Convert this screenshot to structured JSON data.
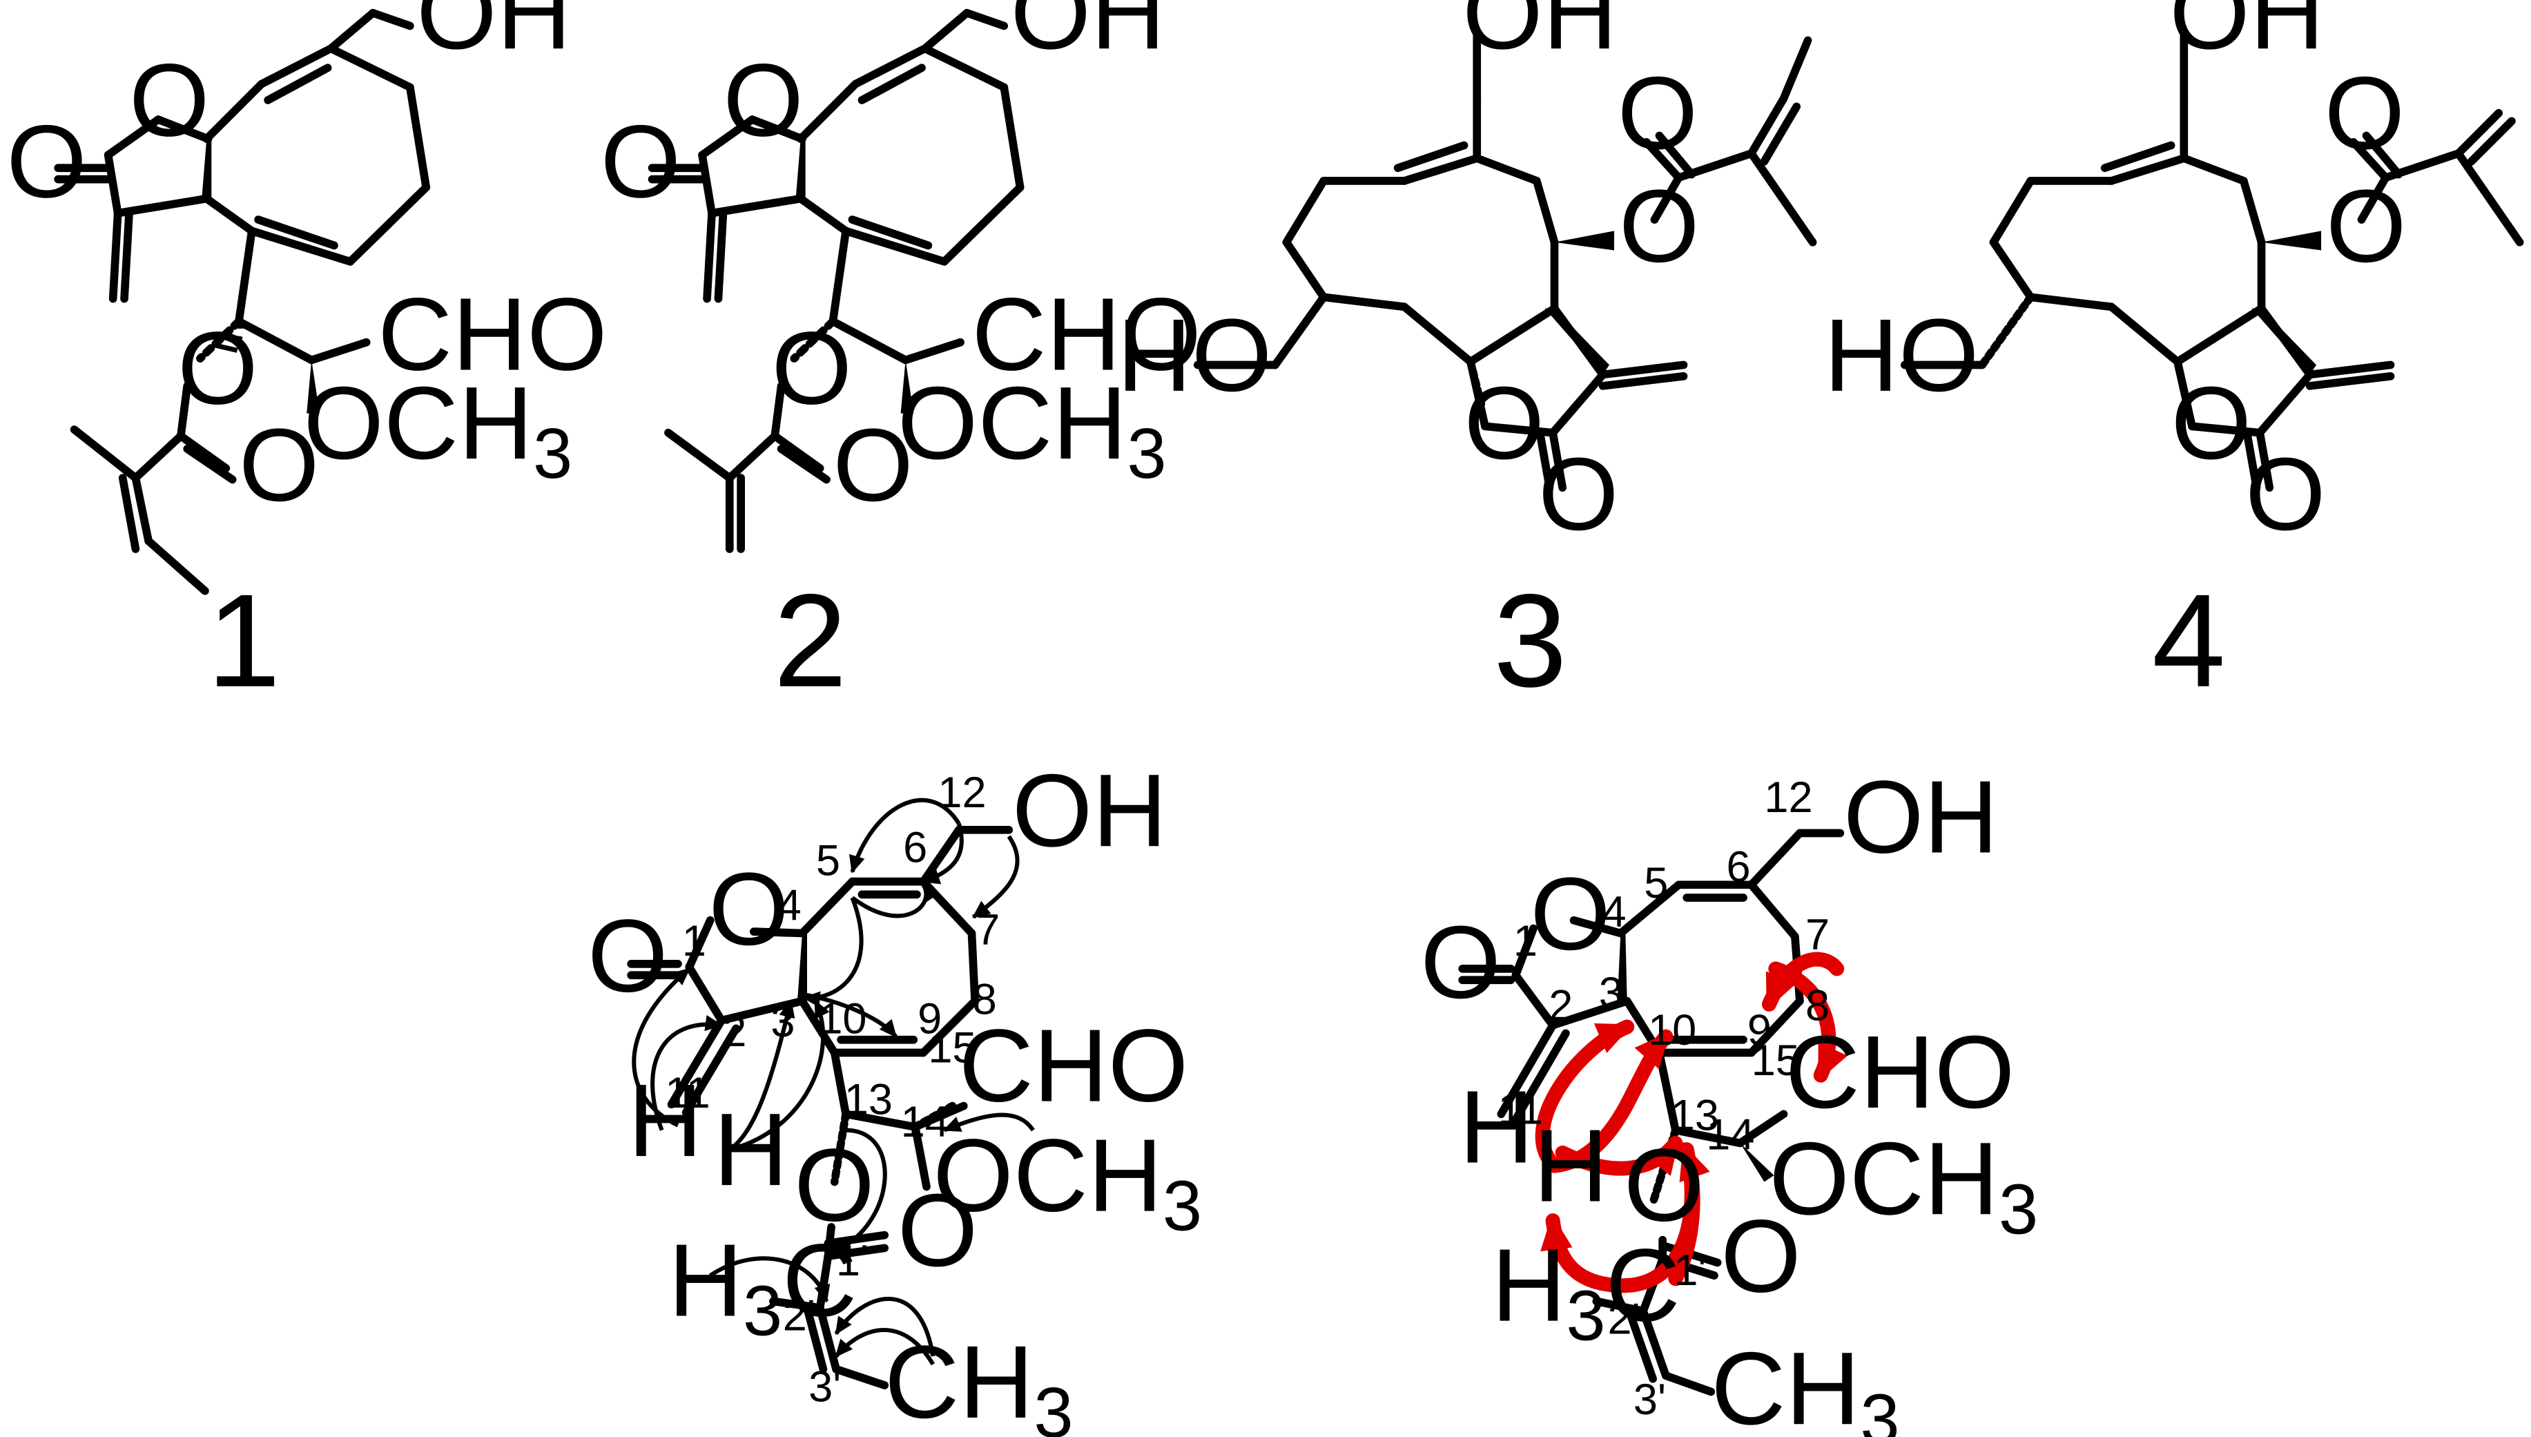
{
  "compounds": [
    {
      "number": "1"
    },
    {
      "number": "2"
    },
    {
      "number": "3"
    },
    {
      "number": "4"
    }
  ],
  "atom_labels": {
    "oh": "OH",
    "ho": "HO",
    "o": "O",
    "cho": "CHO",
    "och3": "OCH",
    "ch3": "CH",
    "h3c": "H",
    "h3c_c": "C",
    "h": "H",
    "sub3": "3"
  },
  "carbon_numbers": {
    "c1": "1",
    "c2": "2",
    "c3": "3",
    "c4": "4",
    "c5": "5",
    "c6": "6",
    "c7": "7",
    "c8": "8",
    "c9": "9",
    "c10": "10",
    "c11": "11",
    "c12": "12",
    "c13": "13",
    "c14": "14",
    "c15": "15",
    "c1p": "1'",
    "c2p": "2'",
    "c3p": "3'"
  },
  "colors": {
    "structure": "#000000",
    "noesy_arrows": "#e00000"
  }
}
